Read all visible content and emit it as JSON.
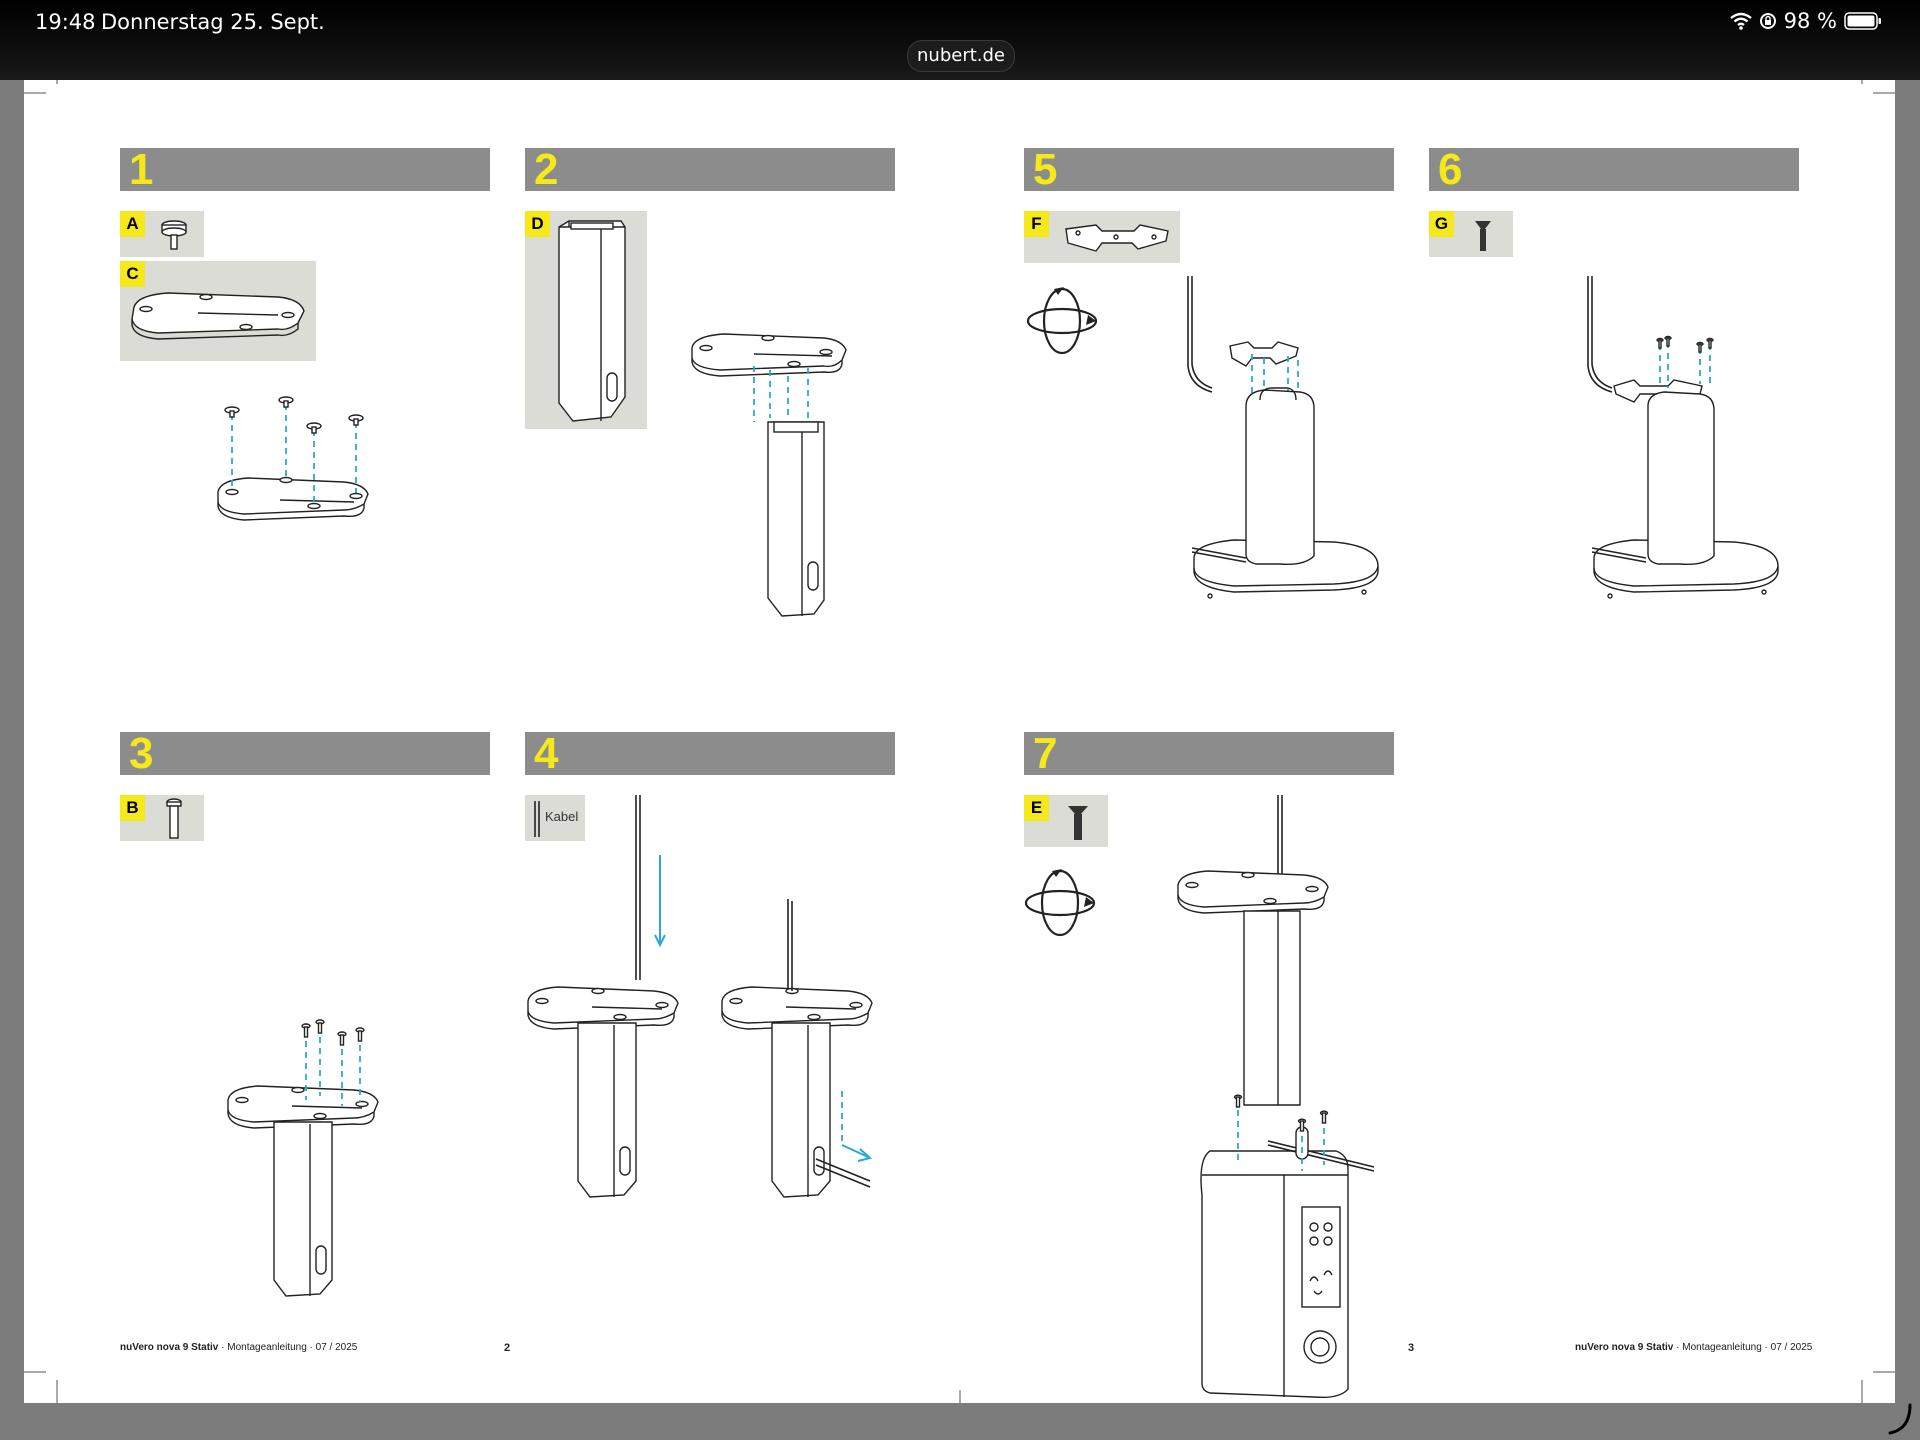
{
  "status_bar": {
    "time": "19:48",
    "date": "Donnerstag 25. Sept.",
    "battery": "98 %"
  },
  "browser": {
    "url": "nubert.de"
  },
  "steps": [
    {
      "number": "1",
      "parts": [
        {
          "letter": "A"
        },
        {
          "letter": "C"
        }
      ]
    },
    {
      "number": "2",
      "parts": [
        {
          "letter": "D"
        }
      ]
    },
    {
      "number": "3",
      "parts": [
        {
          "letter": "B"
        }
      ]
    },
    {
      "number": "4",
      "parts": [
        {
          "label": "Kabel"
        }
      ]
    },
    {
      "number": "5",
      "parts": [
        {
          "letter": "F"
        }
      ]
    },
    {
      "number": "6",
      "parts": [
        {
          "letter": "G"
        }
      ]
    },
    {
      "number": "7",
      "parts": [
        {
          "letter": "E"
        }
      ]
    }
  ],
  "footer": {
    "left_product": "nuVero nova 9 Stativ",
    "left_rest": " · Montageanleitung · 07 / 2025",
    "left_page": "2",
    "right_page": "3",
    "right_product": "nuVero nova 9 Stativ",
    "right_rest": " · Montageanleitung · 07 / 2025"
  },
  "icons": {
    "wifi": "wifi-icon",
    "rotation_lock": "rotation-lock-icon",
    "battery": "battery-icon",
    "rotate": "rotate-icon"
  },
  "colors": {
    "accent_yellow": "#f5e81b",
    "step_bar_gray": "#8c8c8c",
    "part_box_bg": "#dcdcd6",
    "guide_blue": "#2aa7d9"
  }
}
